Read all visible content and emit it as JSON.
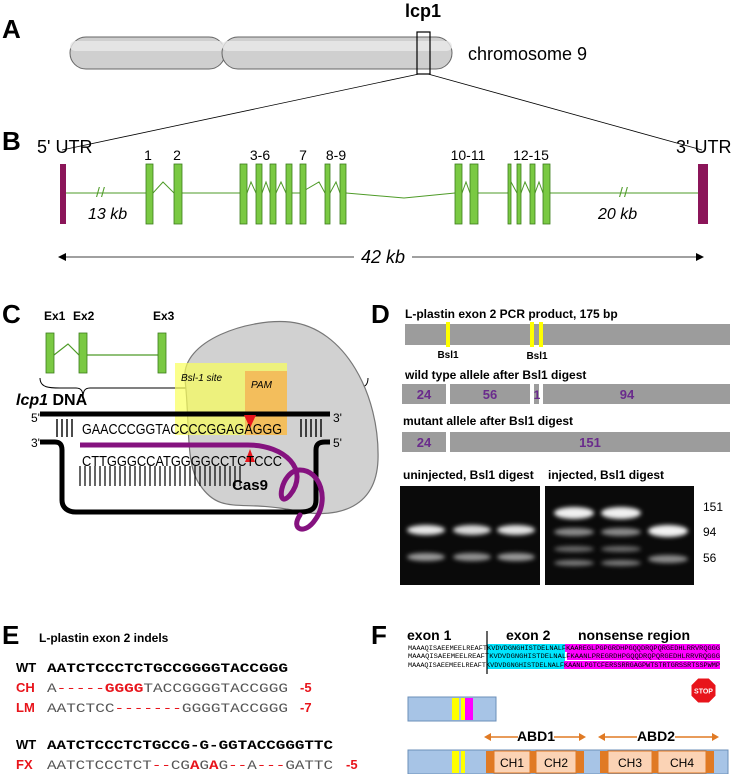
{
  "panels": {
    "A": "A",
    "B": "B",
    "C": "C",
    "D": "D",
    "E": "E",
    "F": "F"
  },
  "panel_a": {
    "gene": "lcp1",
    "chromosome": "chromosome 9"
  },
  "panel_b": {
    "utr5": "5' UTR",
    "utr3": "3' UTR",
    "exon_labels": [
      "1",
      "2",
      "3-6",
      "7",
      "8-9",
      "10-11",
      "12-15"
    ],
    "intron_left_size": "13 kb",
    "intron_right_size": "20 kb",
    "total_size": "42 kb"
  },
  "panel_c": {
    "exons": [
      "Ex1",
      "Ex2",
      "Ex3"
    ],
    "dna_title_gene": "lcp1",
    "dna_title_suffix": " DNA",
    "bsl1_site": "Bsl-1 site",
    "pam": "PAM",
    "top_prime5": "5'",
    "top_prime3": "3'",
    "bottom_prime3": "3'",
    "bottom_prime5": "5'",
    "top_seq": "GAACCCGGTACCCCGGAGAGGG",
    "bottom_seq": "CTTGGGCCATGGGGCCTCTCCC",
    "enzyme": "Cas9"
  },
  "panel_d": {
    "pcr_title": "L-plastin exon 2 PCR product, 175 bp",
    "site1": "Bsl1",
    "site2": "Bsl1",
    "wt_title": "wild type allele after Bsl1 digest",
    "wt_fragments": [
      "24",
      "56",
      "1",
      "94"
    ],
    "mut_title": "mutant allele after Bsl1 digest",
    "mut_fragments": [
      "24",
      "151"
    ],
    "gel_uninjected": "uninjected, Bsl1 digest",
    "gel_injected": "injected, Bsl1 digest",
    "band_sizes": [
      "151",
      "94",
      "56"
    ]
  },
  "panel_e": {
    "title": "L-plastin exon 2 indels",
    "wt1_label": "WT",
    "wt1_seq": "AATCTCCCTCTGCCGGGGTACCGGG",
    "ch_label": "CH",
    "ch_seq_a": "A",
    "ch_seq_dash": "-----",
    "ch_seq_ins": "GGGG",
    "ch_seq_rest": "TACCGGGGTACCGGG",
    "ch_delta": "-5",
    "lm_label": "LM",
    "lm_seq_a": "AATCTCC",
    "lm_seq_dash": "-------",
    "lm_seq_rest": "GGGGTACCGGG",
    "lm_delta": "-7",
    "wt2_label": "WT",
    "wt2_seq": "AATCTCCCTCTGCCG-G-GGTACCGGGTTC",
    "fx_label": "FX",
    "fx_p1": "AATCTCCCTCT",
    "fx_p2": "--",
    "fx_p3": "CG",
    "fx_p4": "A",
    "fx_p5": "G",
    "fx_p6": "A",
    "fx_p7": "G",
    "fx_p8": "--",
    "fx_p9": "A",
    "fx_p10": "---",
    "fx_p11": "GATTC",
    "fx_delta": "-5"
  },
  "panel_f": {
    "exon1": "exon 1",
    "exon2": "exon 2",
    "nonsense": "nonsense region",
    "row1_pre": "MAAAQISAEEMEELREAFTKV",
    "row1_cyan": "DVDGNGHISTDELNALFKAAR",
    "row1_mag": "EGLPGPGRDHPGQQDRQPQRGEDHLRRVRQGGG",
    "row2_pre": "MAAAQISAEEMEELREAFTKV",
    "row2_cyan": "DVDGNGHISTDELNALFKAANLP",
    "row2_mag": "REGRDHPGQQDRQPQRGEDHLRRVRQGGG",
    "row3_pre": "MAAAQISAEEMEELREAFTKV",
    "row3_cyan": "DVDGNGHISTDELNALFKAANL",
    "row3_mag": "PGTCFERSSRRGAGPWTSTRTGRSSRTSSPWMP",
    "stop": "STOP",
    "abd1": "ABD1",
    "abd2": "ABD2",
    "domains": [
      "CH1",
      "CH2",
      "CH3",
      "CH4"
    ],
    "colors": {
      "protein": "#a7c4e6",
      "cyan": "#00e5ff",
      "magenta": "#ff00ff",
      "domain_fill": "#fbd3b5",
      "domain_edge": "#e07a24",
      "stop": "#e8141b"
    }
  }
}
